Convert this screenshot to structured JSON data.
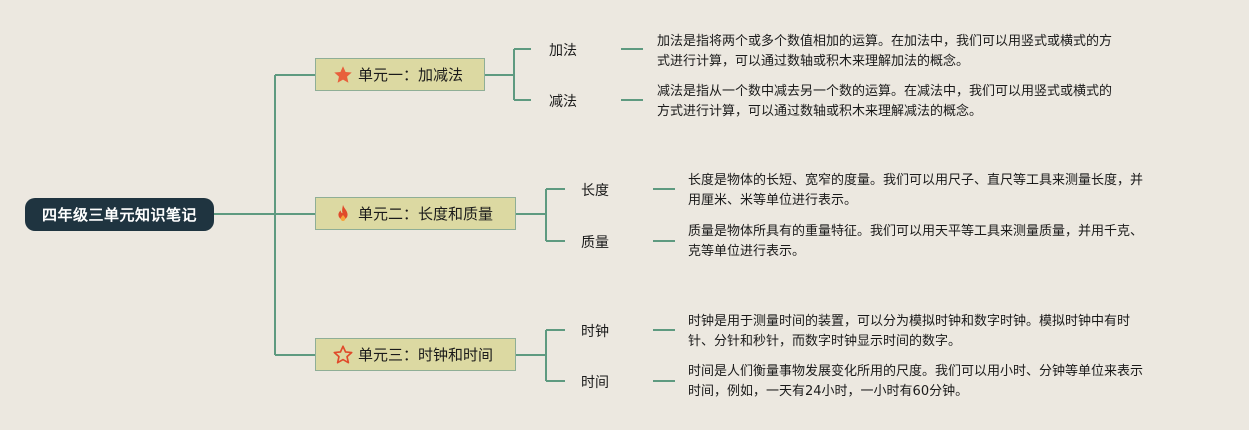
{
  "root": {
    "title": "四年级三单元知识笔记"
  },
  "units": [
    {
      "title": "单元一：加减法",
      "icon": "star-filled-icon",
      "topics": [
        {
          "label": "加法",
          "description": "加法是指将两个或多个数值相加的运算。在加法中，我们可以用竖式或横式的方\n式进行计算，可以通过数轴或积木来理解加法的概念。"
        },
        {
          "label": "减法",
          "description": "减法是指从一个数中减去另一个数的运算。在减法中，我们可以用竖式或横式的\n方式进行计算，可以通过数轴或积木来理解减法的概念。"
        }
      ]
    },
    {
      "title": "单元二：长度和质量",
      "icon": "fire-icon",
      "topics": [
        {
          "label": "长度",
          "description": "长度是物体的长短、宽窄的度量。我们可以用尺子、直尺等工具来测量长度，并\n用厘米、米等单位进行表示。"
        },
        {
          "label": "质量",
          "description": "质量是物体所具有的重量特征。我们可以用天平等工具来测量质量，并用千克、\n克等单位进行表示。"
        }
      ]
    },
    {
      "title": "单元三：时钟和时间",
      "icon": "star-outline-icon",
      "topics": [
        {
          "label": "时钟",
          "description": "时钟是用于测量时间的装置，可以分为模拟时钟和数字时钟。模拟时钟中有时\n针、分针和秒针，而数字时钟显示时间的数字。"
        },
        {
          "label": "时间",
          "description": "时间是人们衡量事物发展变化所用的尺度。我们可以用小时、分钟等单位来表示\n时间，例如，一天有24小时，一小时有60分钟。"
        }
      ]
    }
  ],
  "colors": {
    "line": "#5e9a80",
    "root_bg": "#1f3440",
    "unit_bg": "#dcd9a2",
    "star_fill": "#e8603c",
    "fire": "#e04a2a",
    "star_outline": "#e04a2a"
  }
}
